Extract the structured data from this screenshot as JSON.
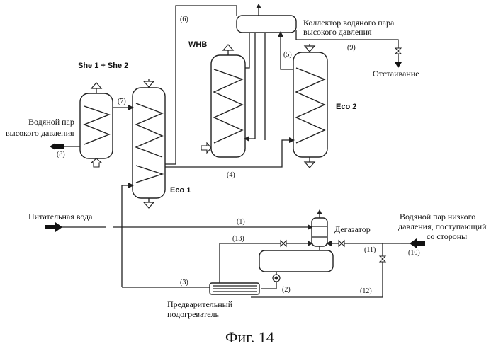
{
  "labels": {
    "collector": [
      "Коллектор водяного пара",
      "высокого давления"
    ],
    "whb": "WHB",
    "she": "She 1 + She 2",
    "eco1": "Eco 1",
    "eco2": "Eco 2",
    "hp_steam": [
      "Водяной пар",
      "высокого давления"
    ],
    "feed_water": "Питательная вода",
    "deaerator": "Дегазатор",
    "lp_steam": [
      "Водяной пар низкого",
      "давления, поступающий",
      "со стороны"
    ],
    "settling": "Отстаивание",
    "preheater": [
      "Предварительный",
      "подогреватель"
    ],
    "caption": "Фиг. 14"
  },
  "stream_numbers": {
    "s1": "(1)",
    "s2": "(2)",
    "s3": "(3)",
    "s4": "(4)",
    "s5": "(5)",
    "s6": "(6)",
    "s7": "(7)",
    "s8": "(8)",
    "s9": "(9)",
    "s10": "(10)",
    "s11": "(11)",
    "s12": "(12)",
    "s13": "(13)"
  }
}
